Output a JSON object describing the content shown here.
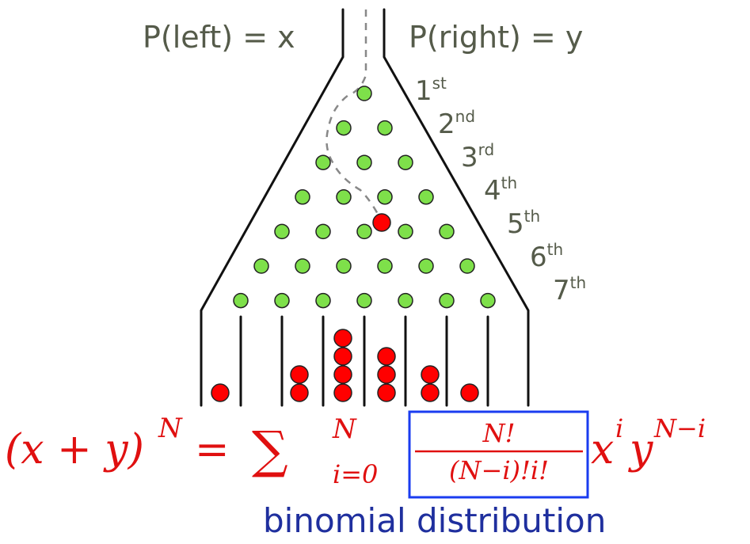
{
  "labels": {
    "p_left": "P(left) = x",
    "p_right": "P(right) = y"
  },
  "rows": [
    {
      "num": "1",
      "suffix": "st"
    },
    {
      "num": "2",
      "suffix": "nd"
    },
    {
      "num": "3",
      "suffix": "rd"
    },
    {
      "num": "4",
      "suffix": "th"
    },
    {
      "num": "5",
      "suffix": "th"
    },
    {
      "num": "6",
      "suffix": "th"
    },
    {
      "num": "7",
      "suffix": "th"
    }
  ],
  "bin_counts": [
    1,
    0,
    2,
    4,
    3,
    2,
    1,
    0
  ],
  "colors": {
    "peg": "#7ee04a",
    "ball": "#ff0000",
    "line": "#111111",
    "label": "#555b4a",
    "formula": "#e01010",
    "highlight_box": "#1a3cf0",
    "caption": "#1f2f9e"
  },
  "formula": {
    "lhs_base": "(x + y)",
    "lhs_exp": "N",
    "equals": "=",
    "sum": "∑",
    "sum_upper": "N",
    "sum_lower": "i=0",
    "frac_num": "N!",
    "frac_den": "(N−i)!i!",
    "x_base": "x",
    "x_exp": "i",
    "y_base": "y",
    "y_exp": "N−i"
  },
  "caption": "binomial distribution"
}
